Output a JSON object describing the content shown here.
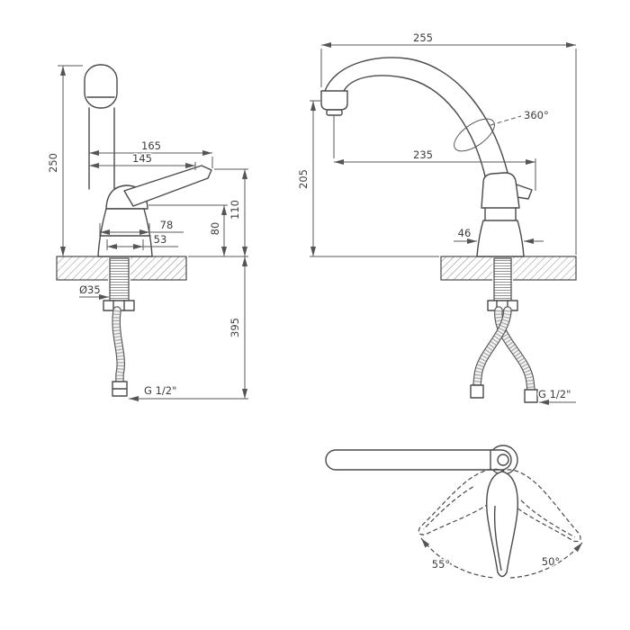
{
  "drawing": {
    "front_view": {
      "dim_250": "250",
      "dim_165": "165",
      "dim_145": "145",
      "dim_110": "110",
      "dim_80": "80",
      "dim_78": "78",
      "dim_53": "53",
      "dim_diameter": "Ø35",
      "dim_395": "395",
      "thread_label": "G 1/2\""
    },
    "side_view": {
      "dim_255": "255",
      "dim_rotation": "360°",
      "dim_235": "235",
      "dim_205": "205",
      "dim_46": "46",
      "thread_label": "G 1/2\""
    },
    "top_view": {
      "dim_swing_left": "55°",
      "dim_swing_right": "50°"
    }
  }
}
